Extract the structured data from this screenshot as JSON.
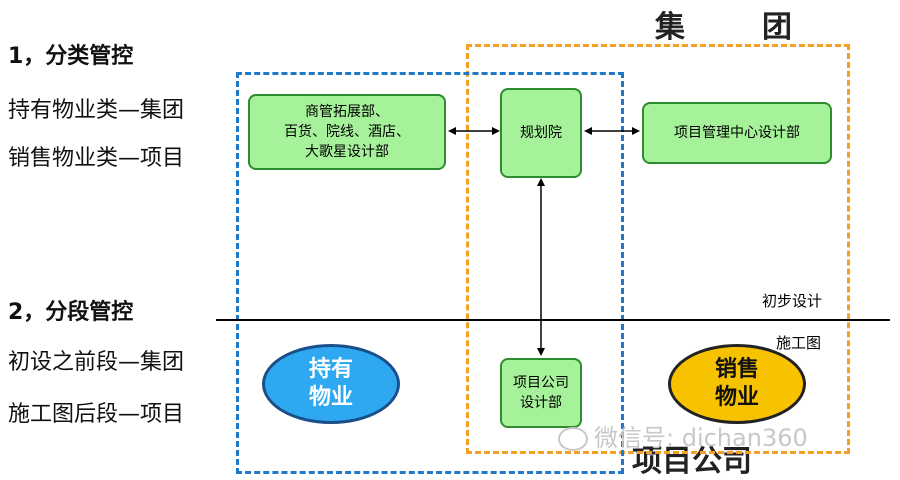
{
  "left_panel": {
    "heading1": "1，分类管控",
    "line1": "持有物业类—集团",
    "line2": "销售物业类—项目",
    "heading2": "2，分段管控",
    "line3": "初设之前段—集团",
    "line4": "施工图后段—项目"
  },
  "regions": {
    "group_label_left": "集",
    "group_label_right": "团",
    "project_label": "项目公司"
  },
  "boxes": {
    "business_dept": "商管拓展部、\n百货、院线、酒店、\n大歌星设计部",
    "planning_institute": "规划院",
    "project_mgmt_center": "项目管理中心设计部",
    "project_company_design": "项目公司\n设计部"
  },
  "stage_labels": {
    "preliminary": "初步设计",
    "construction": "施工图"
  },
  "ellipses": {
    "holding": "持有\n物业",
    "sales": "销售\n物业"
  },
  "watermark": "微信号: dichan360",
  "colors": {
    "blue_dash": "#1f78c8",
    "orange_dash": "#f3a024",
    "box_fill": "#a6f29a",
    "holding_fill": "#2ea8f0",
    "sales_fill": "#f7c300"
  }
}
